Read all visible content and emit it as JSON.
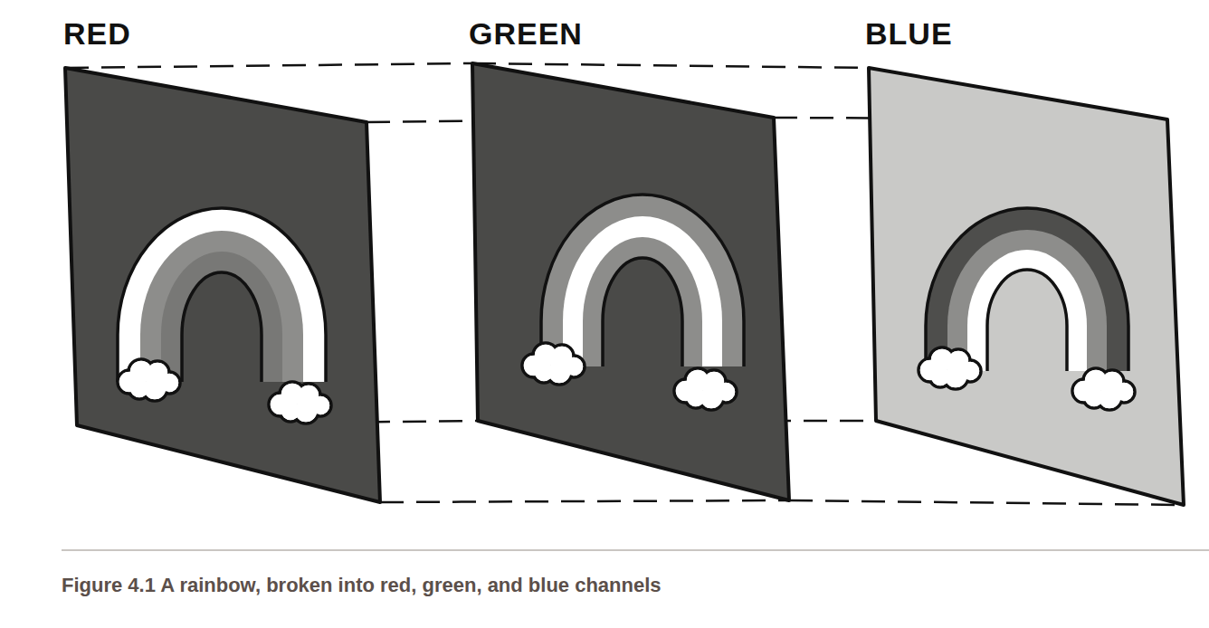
{
  "diagram": {
    "caption": "Figure 4.1 A rainbow, broken into red, green, and blue channels",
    "nodes": [
      {
        "text": [
          "RED"
        ]
      },
      {
        "text": [
          "GREEN"
        ]
      },
      {
        "text": [
          "BLUE"
        ]
      }
    ],
    "edges": [
      {
        "from": 0,
        "to": 1,
        "arrow": "none"
      },
      {
        "from": 1,
        "to": 2,
        "arrow": "none"
      }
    ]
  }
}
